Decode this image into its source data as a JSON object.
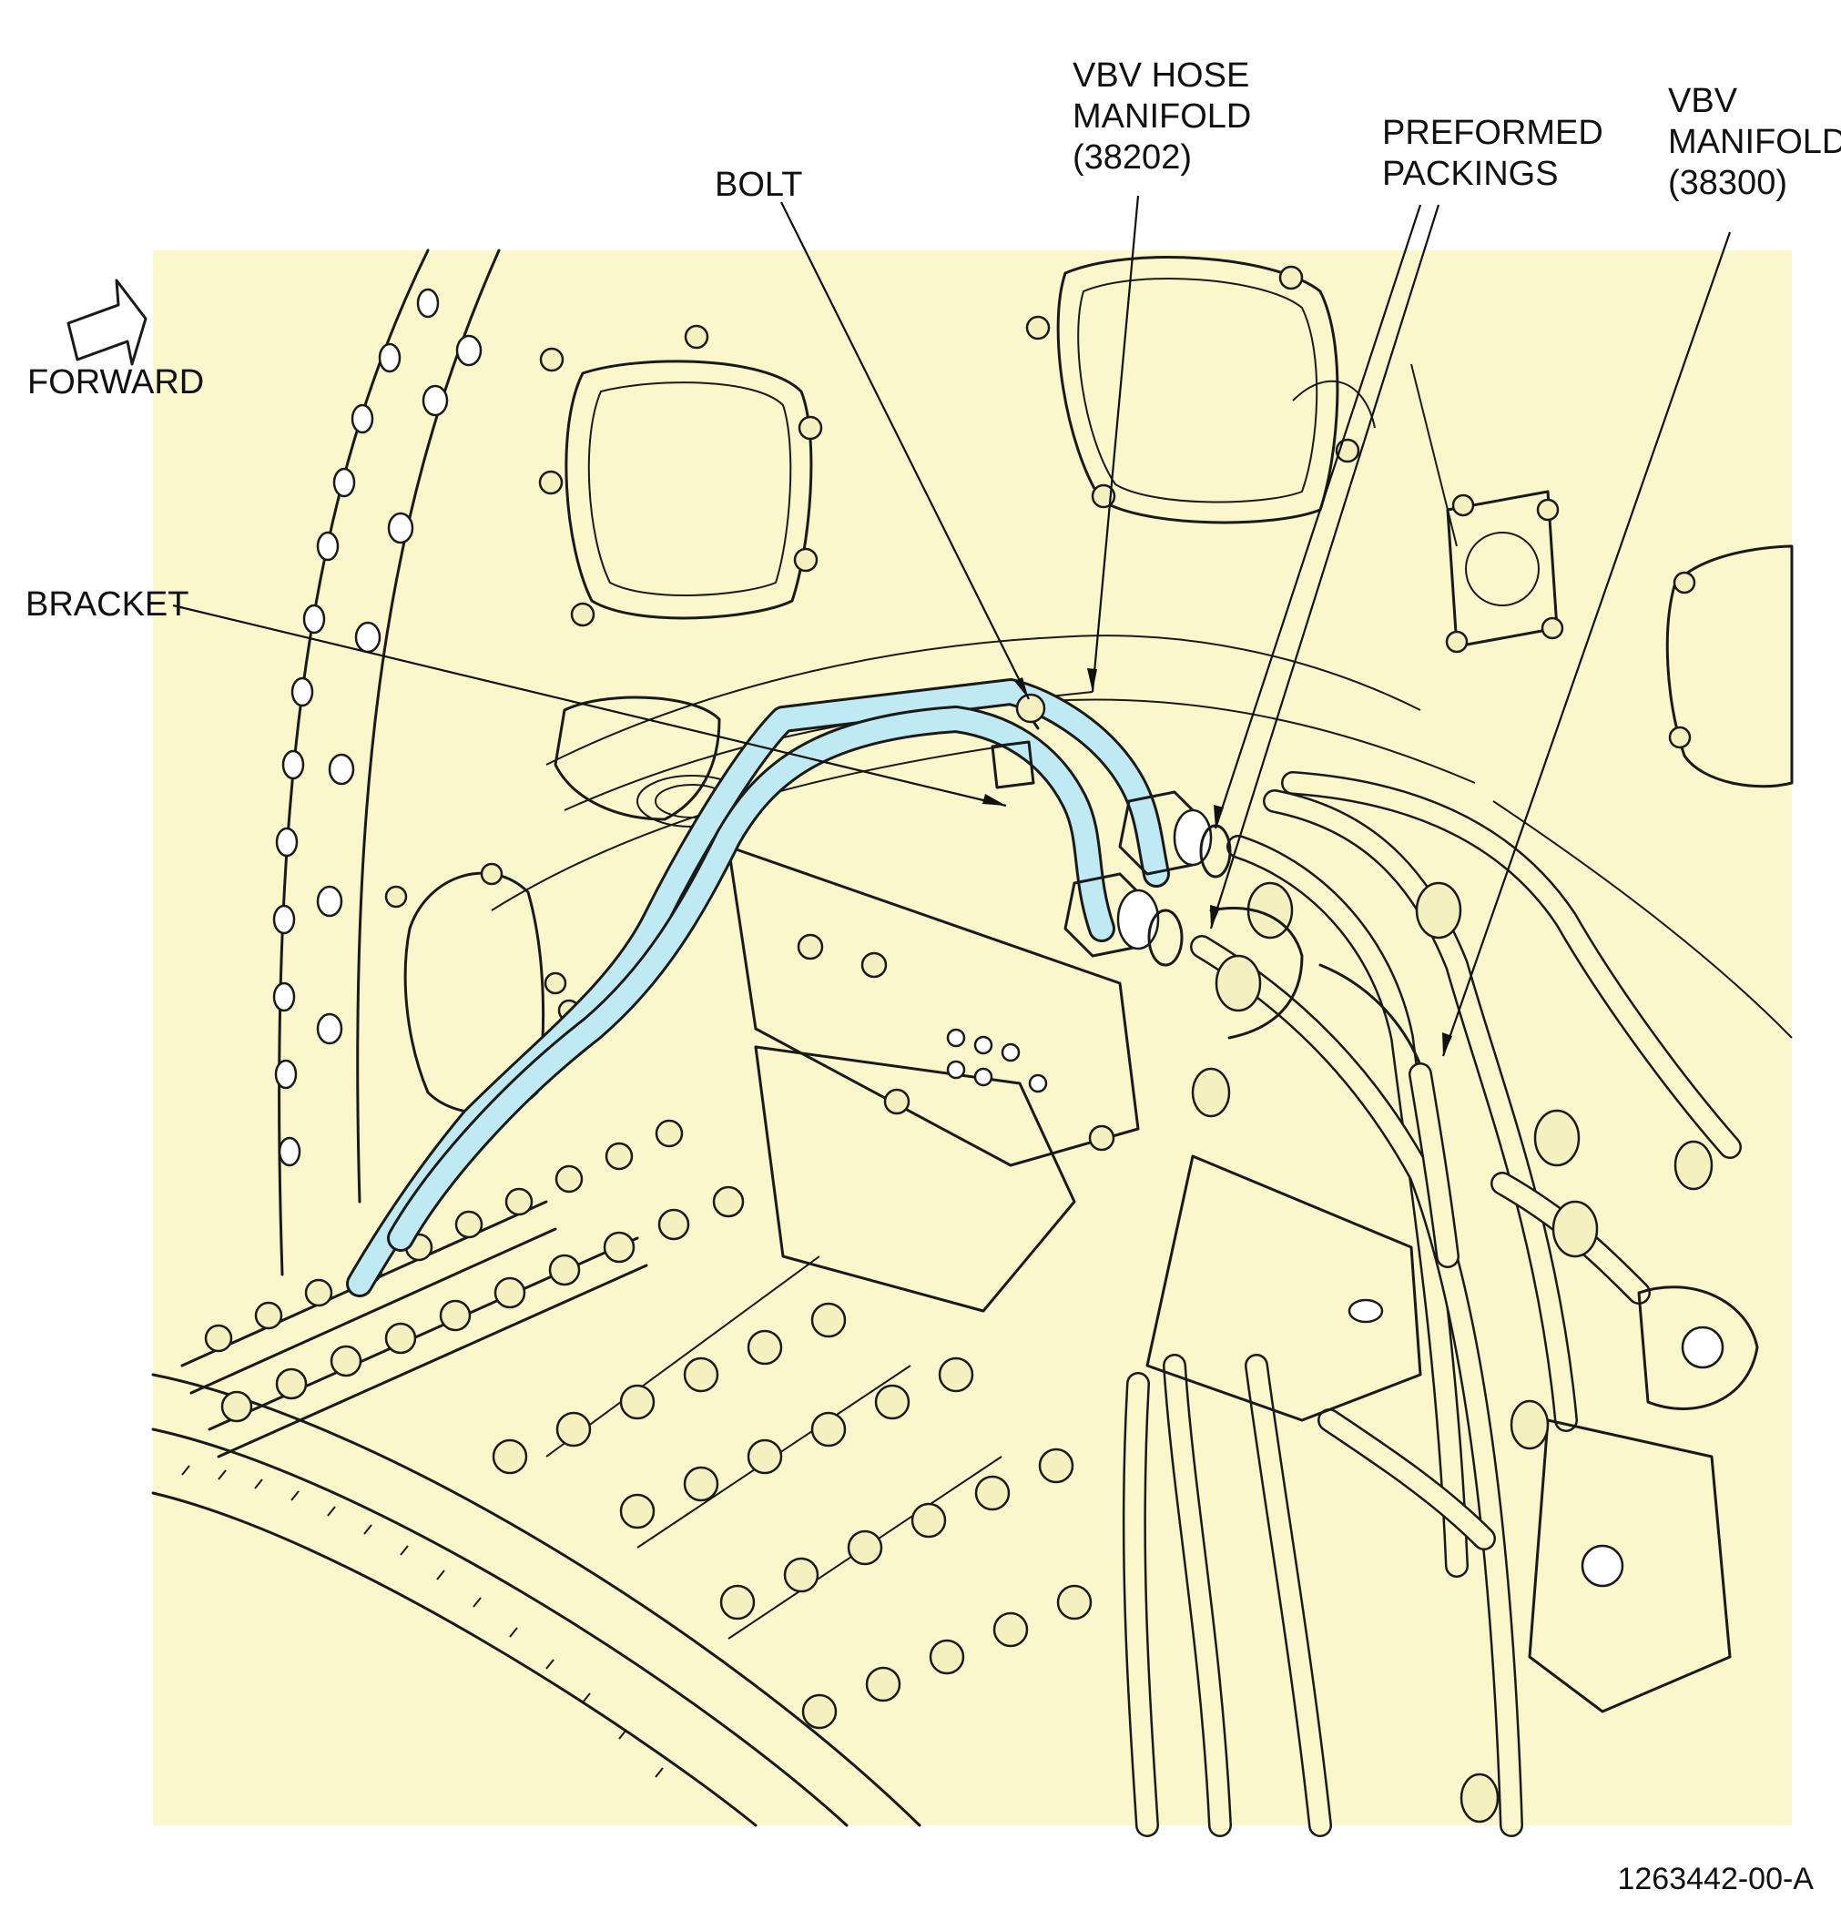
{
  "labels": {
    "bolt": "BOLT",
    "vbv_hose_manifold": [
      "VBV HOSE",
      "MANIFOLD",
      "(38202)"
    ],
    "preformed_packings": [
      "PREFORMED",
      "PACKINGS"
    ],
    "vbv_manifold": [
      "VBV",
      "MANIFOLD",
      "(38300)"
    ],
    "forward": "FORWARD",
    "bracket": "BRACKET"
  },
  "figure_id": "1263442-00-A",
  "colors": {
    "background_panel": "#fbf7cc",
    "highlight_tube": "#bfeaf3",
    "ink": "#1a1a1a"
  }
}
